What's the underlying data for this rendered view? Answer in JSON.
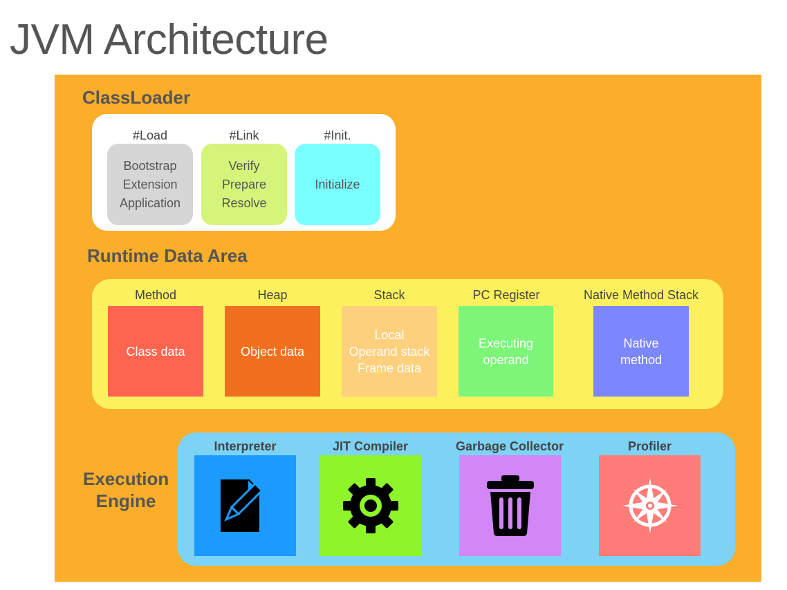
{
  "title": "JVM Architecture",
  "colors": {
    "background_panel": "#FBAE2A",
    "load": "#D6D6D6",
    "link": "#D5F57A",
    "init": "#7AFFFF",
    "runtime_panel": "#FDF05E",
    "method": "#FF6550",
    "heap": "#F07020",
    "stack": "#FDD07E",
    "pc_register": "#7CF578",
    "native_stack": "#7C86FF",
    "engine_panel": "#7DD3F5",
    "interpreter": "#1A9BFD",
    "jit": "#8DF52A",
    "gc": "#D386F5",
    "profiler": "#FF7C78"
  },
  "classloader": {
    "label": "ClassLoader",
    "phases": [
      {
        "head": "#Load",
        "items": [
          "Bootstrap",
          "Extension",
          "Application"
        ]
      },
      {
        "head": "#Link",
        "items": [
          "Verify",
          "Prepare",
          "Resolve"
        ]
      },
      {
        "head": "#Init.",
        "items": [
          "Initialize"
        ]
      }
    ]
  },
  "runtime": {
    "label": "Runtime Data Area",
    "areas": [
      {
        "head": "Method",
        "lines": [
          "Class data"
        ]
      },
      {
        "head": "Heap",
        "lines": [
          "Object data"
        ]
      },
      {
        "head": "Stack",
        "lines": [
          "Local",
          "Operand stack",
          "Frame data"
        ]
      },
      {
        "head": "PC Register",
        "lines": [
          "Executing",
          "operand"
        ]
      },
      {
        "head": "Native Method Stack",
        "lines": [
          "Native",
          "method"
        ]
      }
    ]
  },
  "engine": {
    "label_line1": "Execution",
    "label_line2": "Engine",
    "components": [
      {
        "head": "Interpreter",
        "icon": "document-pencil-icon"
      },
      {
        "head": "JIT Compiler",
        "icon": "gear-icon"
      },
      {
        "head": "Garbage Collector",
        "icon": "trash-icon"
      },
      {
        "head": "Profiler",
        "icon": "compass-icon"
      }
    ]
  }
}
